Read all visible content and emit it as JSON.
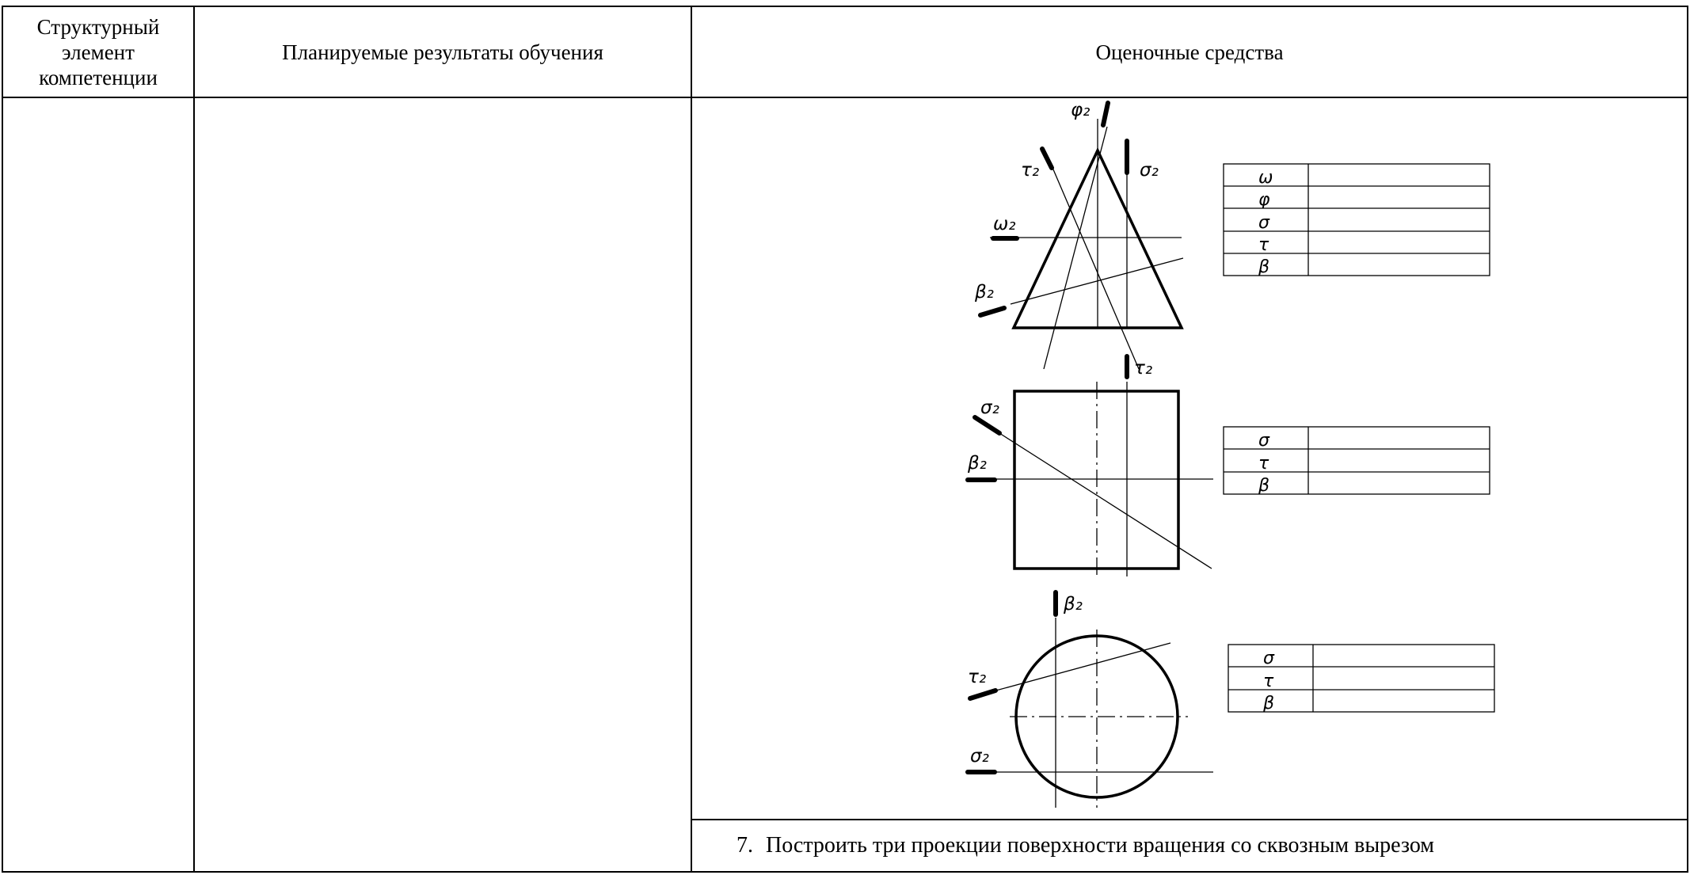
{
  "header": {
    "col1": "Структурный элемент компетенции",
    "col2": "Планируемые результаты обучения",
    "col3": "Оценочные средства"
  },
  "figures": {
    "triangle": {
      "labels": [
        "φ₂",
        "σ₂",
        "τ₂",
        "ω₂",
        "β₂",
        "τ₂"
      ],
      "table": [
        "ω",
        "φ",
        "σ",
        "τ",
        "β"
      ]
    },
    "square": {
      "labels": [
        "σ₂",
        "β₂"
      ],
      "table": [
        "σ",
        "τ",
        "β"
      ]
    },
    "circle": {
      "labels": [
        "β₂",
        "τ₂",
        "σ₂"
      ],
      "table": [
        "σ",
        "τ",
        "β"
      ]
    }
  },
  "task": {
    "number": "7.",
    "text": "Построить три проекции поверхности вращения со сквозным вырезом"
  }
}
